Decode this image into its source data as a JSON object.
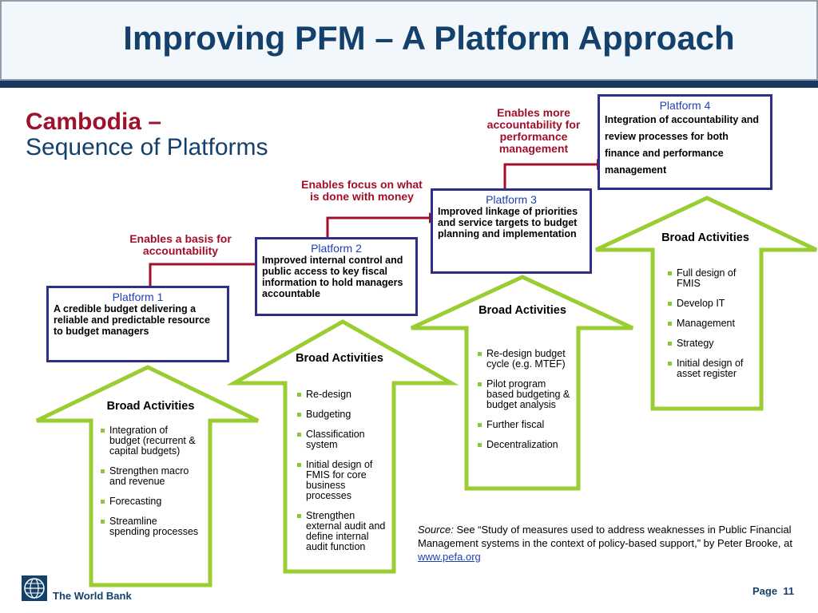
{
  "title": "Improving PFM – A Platform Approach",
  "subtitle": {
    "line1": "Cambodia –",
    "line2": "Sequence of Platforms"
  },
  "platforms": [
    {
      "label": "Platform 1",
      "desc": "A credible budget delivering a reliable and predictable resource to budget managers",
      "enables": "Enables a basis for accountability"
    },
    {
      "label": "Platform 2",
      "desc": "Improved internal control and public access to key fiscal information to hold managers accountable",
      "enables": "Enables focus on what is done with money"
    },
    {
      "label": "Platform 3",
      "desc": "Improved linkage of priorities and service targets to budget planning and implementation",
      "enables": "Enables more accountability for performance management"
    },
    {
      "label": "Platform 4",
      "desc": "Integration of accountability and review processes for both finance and performance management"
    }
  ],
  "broad_activities": [
    {
      "title": "Broad Activities",
      "items": [
        "Integration of budget (recurrent & capital budgets)",
        "Strengthen macro and revenue",
        "Forecasting",
        "Streamline spending processes"
      ]
    },
    {
      "title": "Broad Activities",
      "items": [
        "Re-design",
        "Budgeting",
        "Classification system",
        "Initial design of FMIS for core business processes",
        "Strengthen external audit and define internal audit function"
      ]
    },
    {
      "title": "Broad Activities",
      "items": [
        "Re-design budget cycle (e.g. MTEF)",
        "Pilot program based budgeting & budget analysis",
        "Further fiscal",
        "Decentralization"
      ]
    },
    {
      "title": "Broad Activities",
      "items": [
        "Full design of FMIS",
        "Develop IT",
        "Management",
        "Strategy",
        "Initial design of asset register"
      ]
    }
  ],
  "source": {
    "label": "Source:",
    "text": "See “Study of measures used to address weaknesses in Public Financial Management systems in the context of policy-based support,” by Peter Brooke, at",
    "link": "www.pefa.org"
  },
  "footer": {
    "org": "The World Bank",
    "page_label": "Page",
    "page_number": "11"
  },
  "colors": {
    "navy": "#14416b",
    "crimson": "#a0102a",
    "green": "#9acd32",
    "box_border": "#2e2f8a"
  }
}
